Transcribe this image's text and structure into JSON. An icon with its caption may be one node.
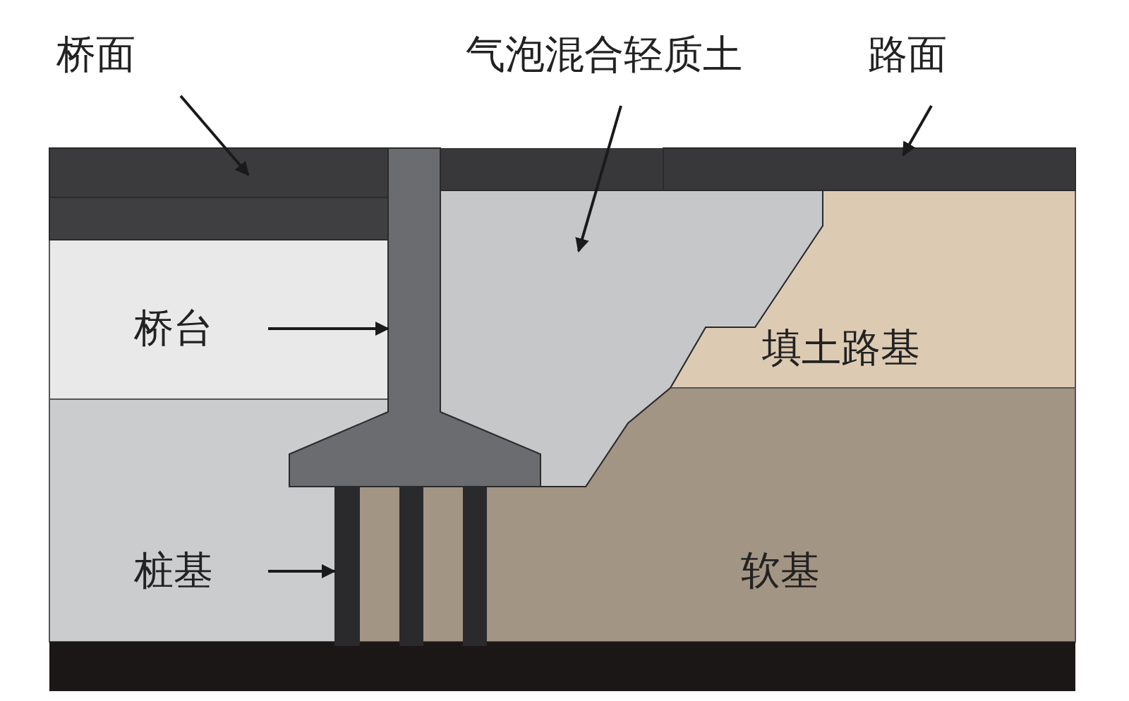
{
  "diagram": {
    "nodes": [
      {
        "text": [
          "桥面"
        ]
      },
      {
        "text": [],
        "shape": "box"
      },
      {
        "text": [
          "气泡混合轻质土"
        ]
      },
      {
        "text": [],
        "shape": "box"
      },
      {
        "text": [
          "路面"
        ]
      },
      {
        "text": [],
        "shape": "box"
      },
      {
        "text": [
          "桥台"
        ]
      },
      {
        "text": [],
        "shape": "box"
      },
      {
        "text": [
          "桩基"
        ]
      },
      {
        "text": [],
        "shape": "bar"
      },
      {
        "text": [],
        "shape": "bar"
      },
      {
        "text": [],
        "shape": "bar"
      }
    ],
    "edges": [
      {
        "from": 0,
        "to": 1,
        "arrow": "to"
      },
      {
        "from": 2,
        "to": 3,
        "arrow": "to"
      },
      {
        "from": 4,
        "to": 5,
        "arrow": "to"
      },
      {
        "from": 6,
        "to": 7,
        "arrow": "to"
      },
      {
        "from": 8,
        "to": 9,
        "arrow": "to"
      }
    ],
    "labels": [
      "填土路基",
      "软基"
    ]
  }
}
